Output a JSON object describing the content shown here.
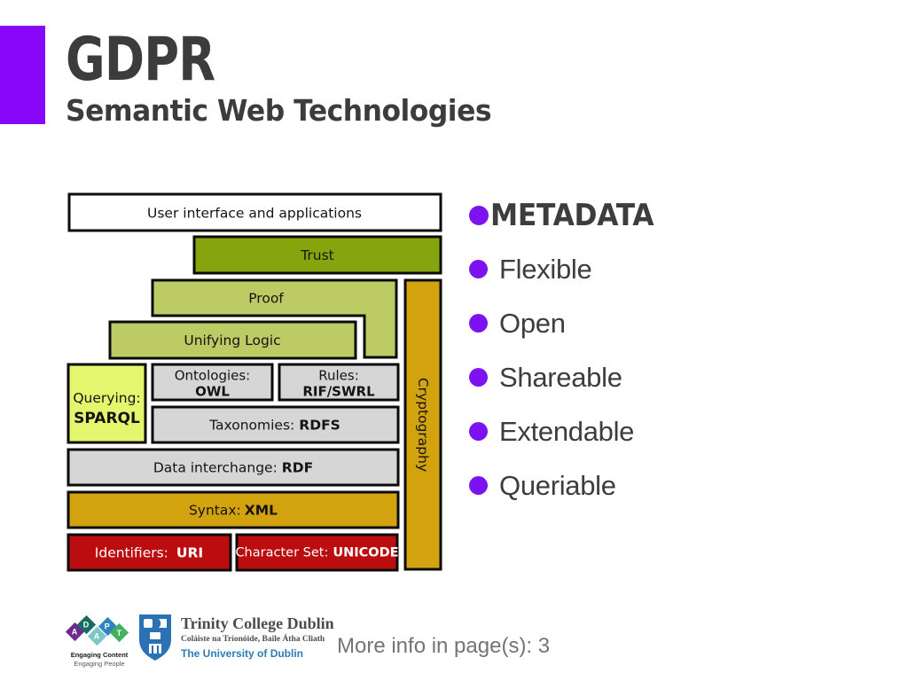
{
  "slide": {
    "title": "GDPR",
    "subtitle": "Semantic Web Technologies"
  },
  "stack_diagram": {
    "ui_layer": "User interface and applications",
    "trust": "Trust",
    "proof": "Proof",
    "unifying_logic": "Unifying Logic",
    "querying_label": "Querying:",
    "querying_value": "SPARQL",
    "ontologies_label": "Ontologies:",
    "ontologies_value": "OWL",
    "rules_label": "Rules:",
    "rules_value": "RIF/SWRL",
    "taxonomies_label": "Taxonomies:",
    "taxonomies_value": "RDFS",
    "data_interchange_label": "Data interchange:",
    "data_interchange_value": "RDF",
    "syntax_label": "Syntax:",
    "syntax_value": "XML",
    "identifiers_label": "Identifiers:",
    "identifiers_value": "URI",
    "charset_label": "Character Set:",
    "charset_value": "UNICODE",
    "cryptography": "Cryptography"
  },
  "bullets": {
    "items": [
      {
        "label": "METADATA"
      },
      {
        "label": "Flexible"
      },
      {
        "label": "Open"
      },
      {
        "label": "Shareable"
      },
      {
        "label": "Extendable"
      },
      {
        "label": "Queriable"
      }
    ]
  },
  "footer": {
    "adapt": {
      "letters": [
        "A",
        "D",
        "A",
        "P",
        "T"
      ],
      "tagline1": "Engaging Content",
      "tagline2": "Engaging People"
    },
    "trinity": {
      "name": "Trinity College Dublin",
      "irish": "Coláiste na Tríonóide, Baile Átha Cliath",
      "university": "The University of Dublin"
    },
    "more_info": "More info in page(s): 3"
  },
  "colors": {
    "accent_purple": "#8807f8",
    "bullet_purple": "#7c12f0",
    "trust_green": "#86a40d",
    "proof_green": "#bccb63",
    "sparql_yellow": "#e4f66d",
    "layer_gray": "#d6d6d6",
    "gold": "#d2a30e",
    "red": "#bb0d0f",
    "title_gray": "#3c3c3c",
    "trinity_blue": "#2a72b5"
  }
}
